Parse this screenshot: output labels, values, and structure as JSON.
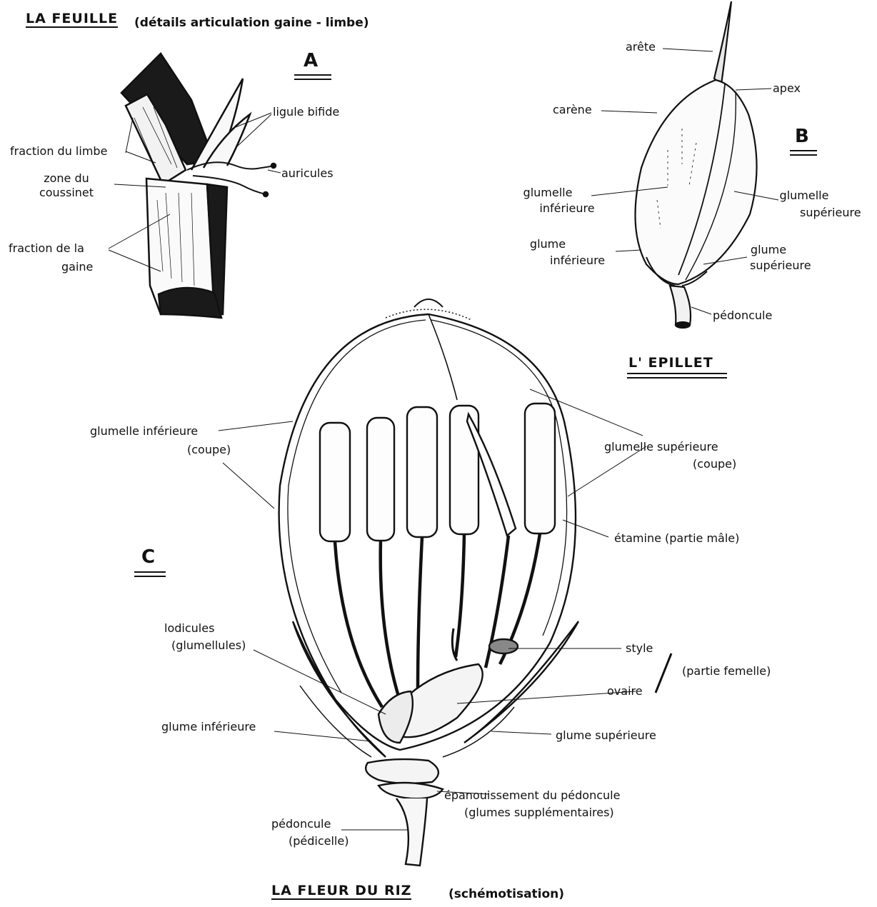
{
  "titles": {
    "leaf_title": "LA FEUILLE",
    "leaf_subtitle": "(détails articulation gaine - limbe)",
    "spikelet_title": "L' EPILLET",
    "flower_title": "LA FLEUR DU RIZ",
    "flower_subtitle": "(schémotisation)"
  },
  "panels": {
    "a": "A",
    "b": "B",
    "c": "C"
  },
  "leaf_labels": {
    "ligule": "ligule bifide",
    "limbe": "fraction du limbe",
    "zone_l1": "zone du",
    "zone_l2": "coussinet",
    "auricules": "auricules",
    "gaine_l1": "fraction de la",
    "gaine_l2": "gaine"
  },
  "spikelet_labels": {
    "arete": "arête",
    "apex": "apex",
    "carene": "carène",
    "glumelle_inf_l1": "glumelle",
    "glumelle_inf_l2": "inférieure",
    "glumelle_sup_l1": "glumelle",
    "glumelle_sup_l2": "supérieure",
    "glume_inf_l1": "glume",
    "glume_inf_l2": "inférieure",
    "glume_sup_l1": "glume",
    "glume_sup_l2": "supérieure",
    "pedoncule": "pédoncule"
  },
  "flower_labels": {
    "glumelle_inf_l1": "glumelle inférieure",
    "glumelle_inf_l2": "(coupe)",
    "glumelle_sup_l1": "glumelle supérieure",
    "glumelle_sup_l2": "(coupe)",
    "etamine": "étamine (partie mâle)",
    "lodicules_l1": "lodicules",
    "lodicules_l2": "(glumellules)",
    "style": "style",
    "partie_femelle": "(partie femelle)",
    "ovaire": "ovaire",
    "glume_inf": "glume inférieure",
    "glume_sup": "glume supérieure",
    "epanouissement_l1": "épanouissement du pédoncule",
    "epanouissement_l2": "(glumes supplémentaires)",
    "pedoncule_l1": "pédoncule",
    "pedoncule_l2": "(pédicelle)"
  }
}
